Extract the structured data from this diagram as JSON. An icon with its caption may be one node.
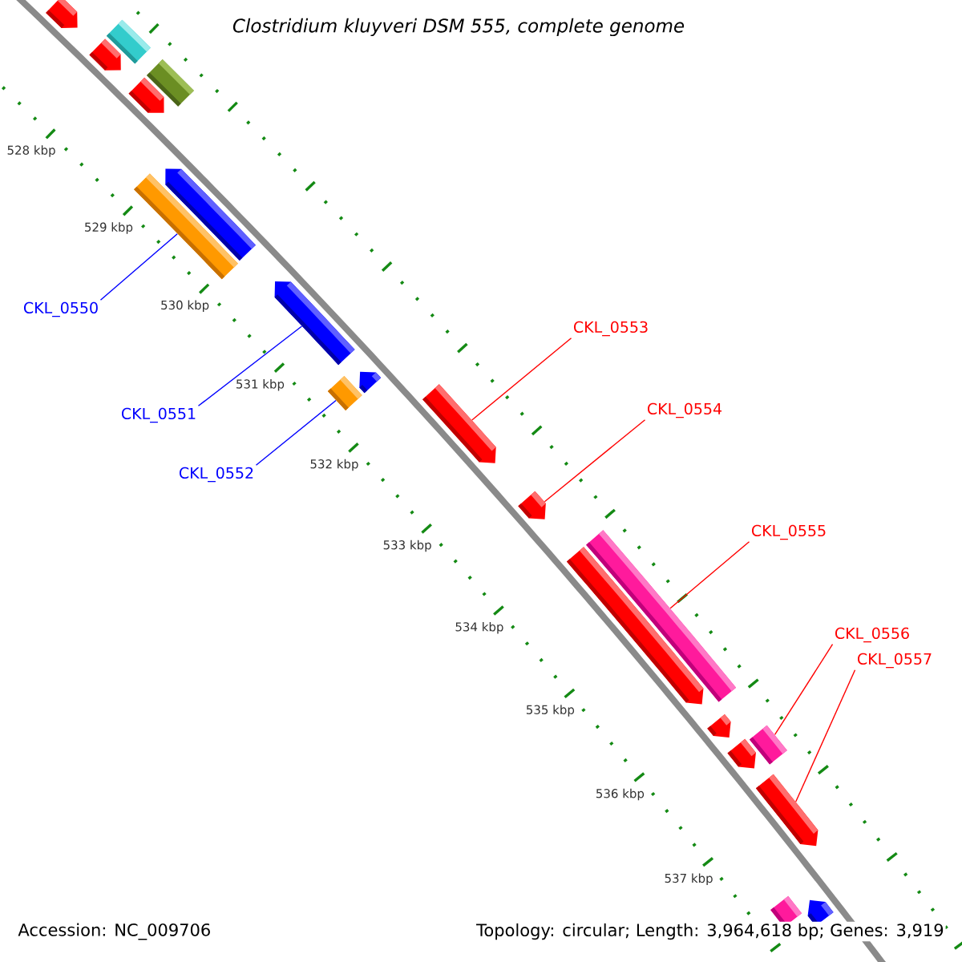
{
  "diagram": {
    "title": "Clostridium kluyveri DSM 555, complete genome",
    "nodes": [
      {
        "text": [
          "CKL_0550"
        ]
      },
      {
        "text": [
          "CKL_0551"
        ]
      },
      {
        "text": [
          "CKL_0552"
        ]
      },
      {
        "text": [
          "CKL_0553"
        ]
      },
      {
        "text": [
          "CKL_0554"
        ]
      },
      {
        "text": [
          "CKL_0555"
        ]
      },
      {
        "text": [
          "CKL_0556"
        ]
      },
      {
        "text": [
          "CKL_0557"
        ]
      },
      {
        "text": [],
        "shape": "bar"
      },
      {
        "text": [],
        "shape": "bar"
      },
      {
        "text": [],
        "shape": "bar"
      },
      {
        "text": [],
        "shape": "bar"
      },
      {
        "text": [],
        "shape": "bar"
      },
      {
        "text": [],
        "shape": "bar"
      },
      {
        "text": [],
        "shape": "bar"
      },
      {
        "text": [],
        "shape": "bar"
      },
      {
        "text": [],
        "shape": "bar"
      },
      {
        "text": [],
        "shape": "bar"
      },
      {
        "text": [],
        "shape": "bar"
      },
      {
        "text": [],
        "shape": "bar"
      },
      {
        "text": [],
        "shape": "bar"
      },
      {
        "text": [],
        "shape": "bar"
      },
      {
        "text": [],
        "shape": "bar"
      },
      {
        "text": [],
        "shape": "bar"
      },
      {
        "text": [],
        "shape": "bar"
      },
      {
        "text": [],
        "shape": "bar"
      },
      {
        "text": [],
        "shape": "bar"
      },
      {
        "text": [],
        "shape": "bar"
      }
    ],
    "edges": [
      {
        "from": 0,
        "to": 14,
        "arrow": "none",
        "color": "#0000ff"
      },
      {
        "from": 1,
        "to": 15,
        "arrow": "none",
        "color": "#0000ff"
      },
      {
        "from": 2,
        "to": 17,
        "arrow": "none",
        "color": "#0000ff"
      },
      {
        "from": 3,
        "to": 18,
        "arrow": "none"
      },
      {
        "from": 4,
        "to": 19,
        "arrow": "none"
      },
      {
        "from": 5,
        "to": 20,
        "arrow": "none"
      },
      {
        "from": 6,
        "to": 23,
        "arrow": "none"
      },
      {
        "from": 7,
        "to": 25,
        "arrow": "none"
      }
    ],
    "labels": [
      "528 kbp",
      "529 kbp",
      "530 kbp",
      "531 kbp",
      "532 kbp",
      "533 kbp",
      "534 kbp",
      "535 kbp",
      "536 kbp",
      "537 kbp",
      "Accession: NC_009706",
      "Topology: circular; Length: 3,964,618 bp; Genes: 3,919"
    ]
  }
}
